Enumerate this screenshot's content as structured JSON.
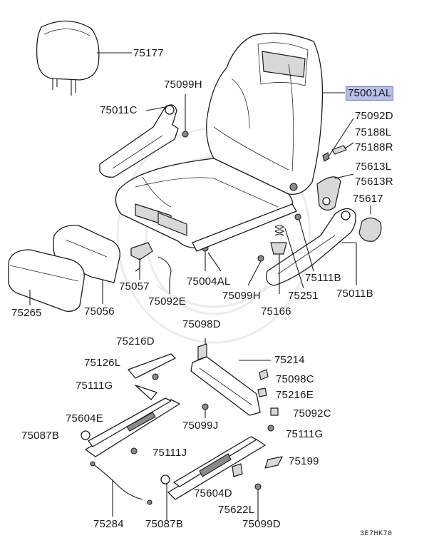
{
  "diagram": {
    "labels": {
      "l75177": "75177",
      "l75099H_top": "75099H",
      "l75011C": "75011C",
      "l75001AL": "75001AL",
      "l75092D": "75092D",
      "l75188L": "75188L",
      "l75188R": "75188R",
      "l75613L": "75613L",
      "l75613R": "75613R",
      "l75617": "75617",
      "l75004AL": "75004AL",
      "l75111B": "75111B",
      "l75011B": "75011B",
      "l75057": "75057",
      "l75092E": "75092E",
      "l75099H_mid": "75099H",
      "l75251": "75251",
      "l75166": "75166",
      "l75265": "75265",
      "l75056": "75056",
      "l75098D": "75098D",
      "l75216D": "75216D",
      "l75214": "75214",
      "l75126L": "75126L",
      "l75098C": "75098C",
      "l75111G_left": "75111G",
      "l75216E": "75216E",
      "l75604E": "75604E",
      "l75092C": "75092C",
      "l75099J": "75099J",
      "l75087B_left": "75087B",
      "l75111G_right": "75111G",
      "l75111J": "75111J",
      "l75199": "75199",
      "l75604D": "75604D",
      "l75622L": "75622L",
      "l75284": "75284",
      "l75087B_bottom": "75087B",
      "l75099D": "75099D"
    },
    "highlight_color": "#b8c0ea",
    "drawing_code": "3E7HK70"
  }
}
